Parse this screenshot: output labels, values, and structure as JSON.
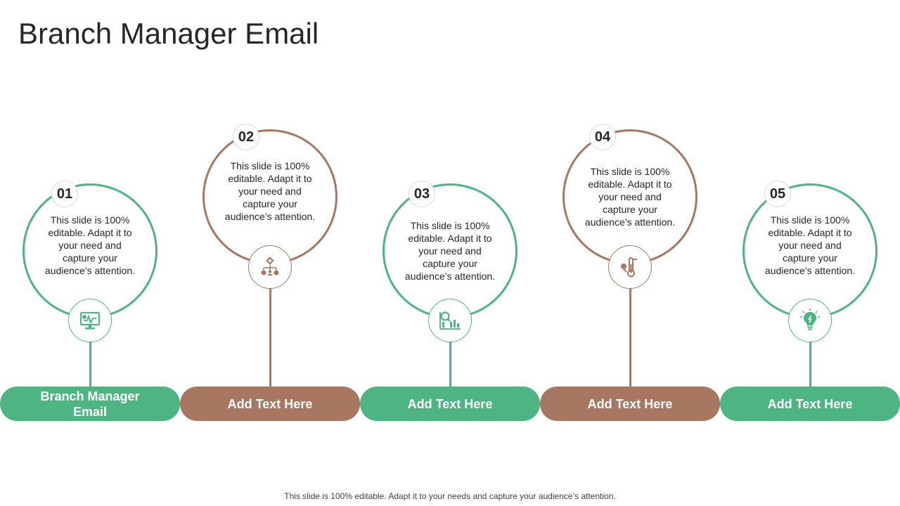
{
  "title": "Branch Manager Email",
  "colors": {
    "green": "#4cb581",
    "brown": "#a87761"
  },
  "steps": [
    {
      "number": "01",
      "text": "This slide is 100% editable. Adapt it to your need and capture your audience’s attention.",
      "label": "Branch Manager Email",
      "icon": "monitor-chart-icon",
      "color": "green"
    },
    {
      "number": "02",
      "text": "This slide is 100% editable. Adapt it to your need and capture your audience’s attention.",
      "label": "Add Text Here",
      "icon": "organization-structure-icon",
      "color": "brown"
    },
    {
      "number": "03",
      "text": "This slide is 100% editable. Adapt it to your need and capture your audience’s attention.",
      "label": "Add Text Here",
      "icon": "bar-chart-search-icon",
      "color": "green"
    },
    {
      "number": "04",
      "text": "This slide is 100% editable. Adapt it to your need and capture your audience’s attention.",
      "label": "Add Text Here",
      "icon": "thermometer-coin-icon",
      "color": "brown"
    },
    {
      "number": "05",
      "text": "This slide is 100% editable. Adapt it to your need and capture your audience’s attention.",
      "label": "Add Text Here",
      "icon": "lightbulb-icon",
      "color": "green"
    }
  ],
  "footer": "This slide is 100% editable. Adapt it to your needs and capture your audience’s attention."
}
